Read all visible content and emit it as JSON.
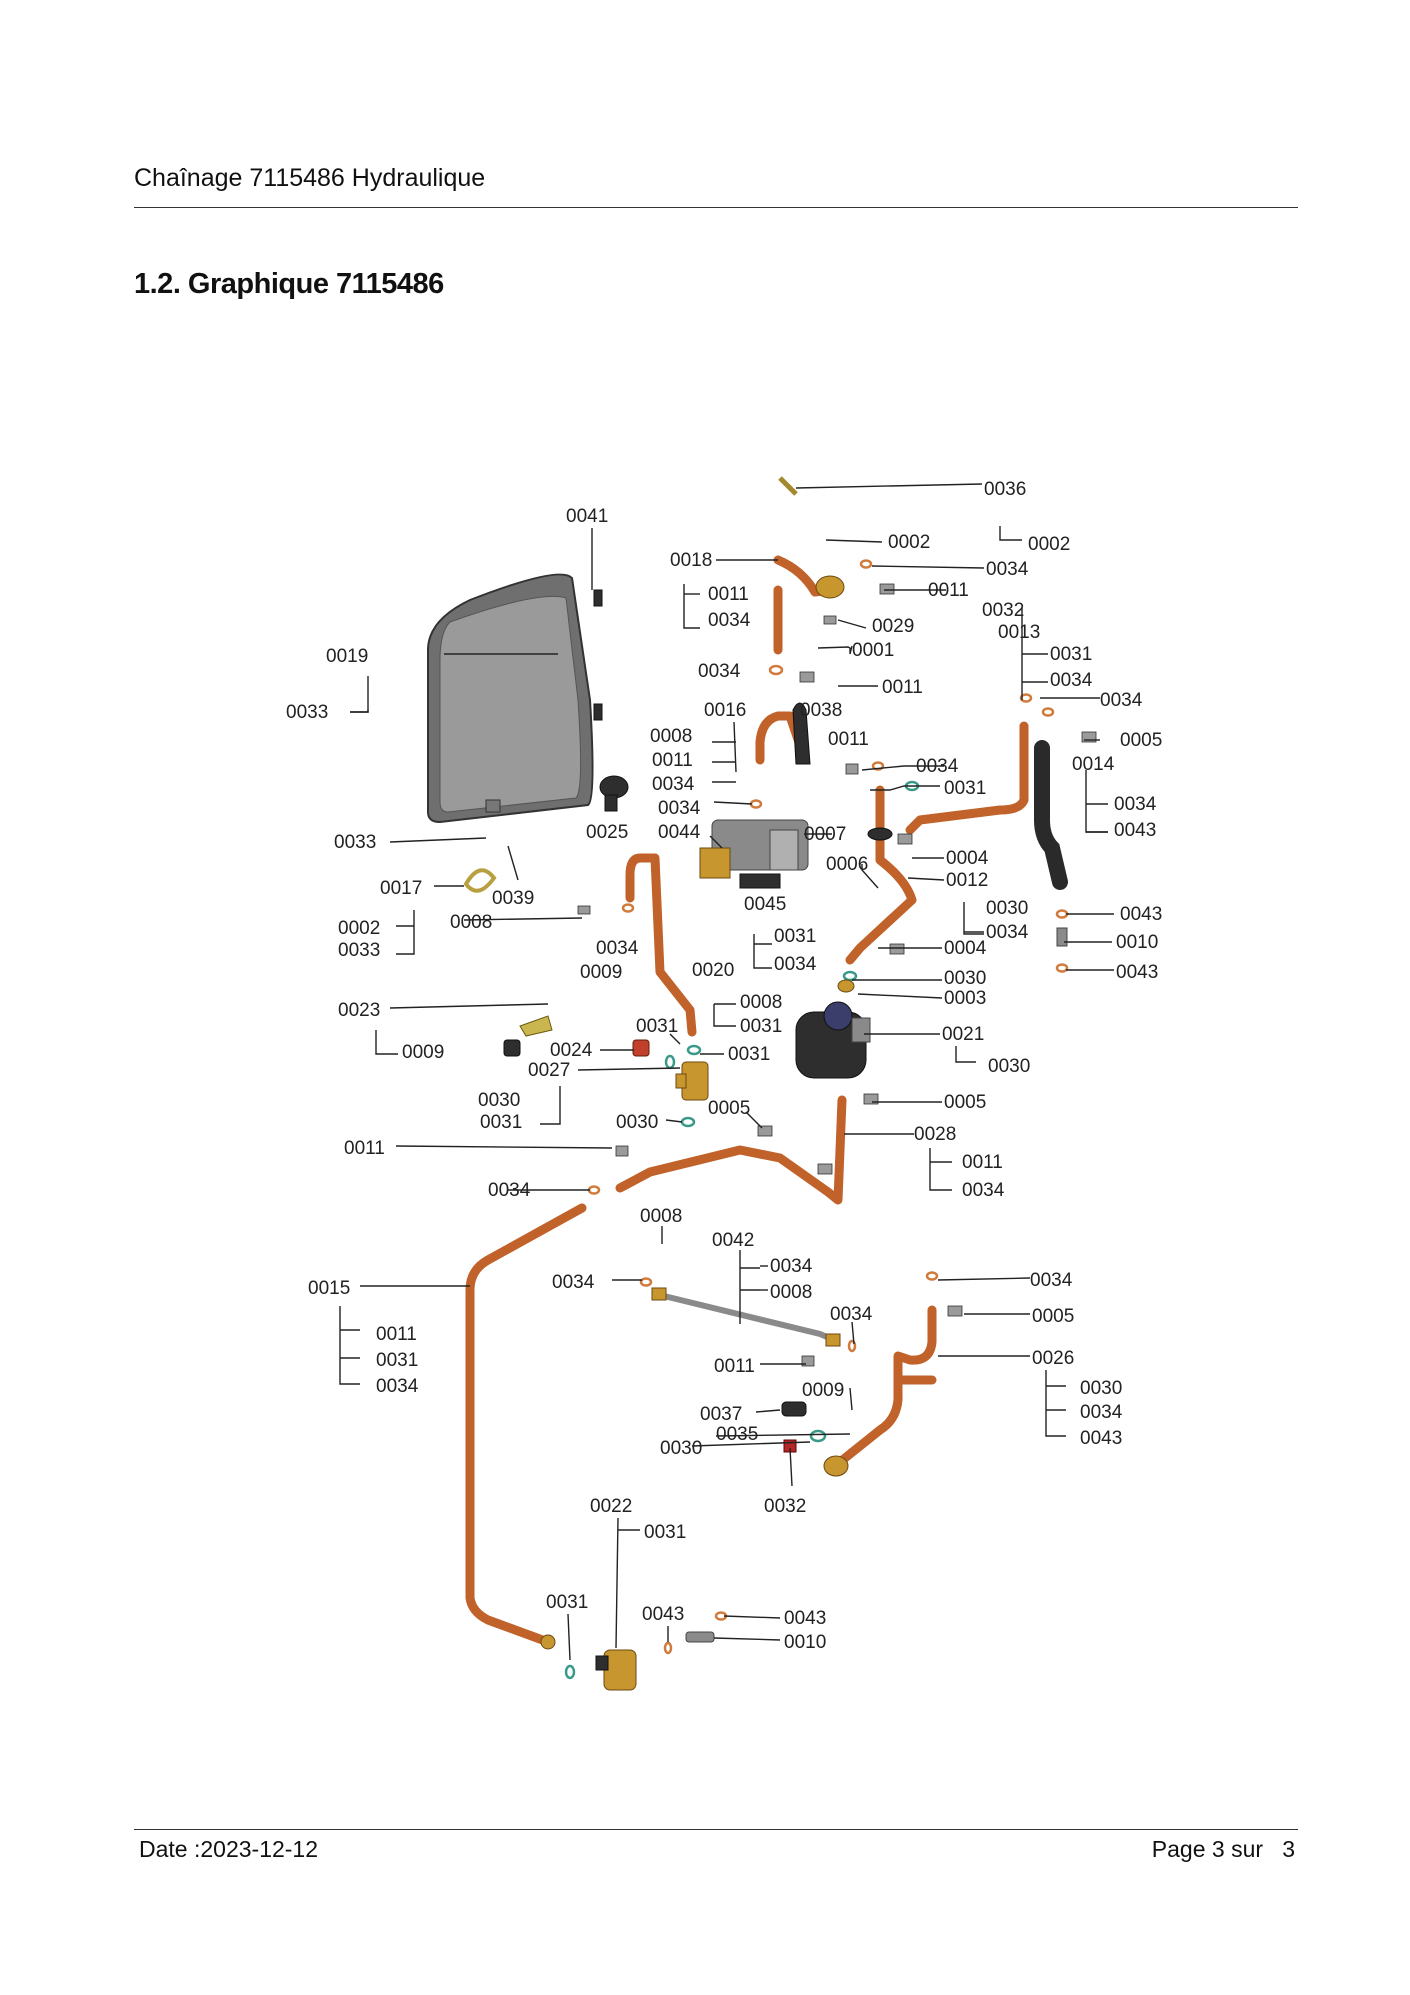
{
  "header": {
    "title": "Chaînage 7115486 Hydraulique"
  },
  "section": {
    "heading": "1.2. Graphique 7115486"
  },
  "footer": {
    "date": "Date :2023-12-12",
    "page": "Page 3 sur   3"
  },
  "diagram": {
    "callouts": [
      "0036",
      "0002",
      "0002",
      "0041",
      "0018",
      "0034",
      "0011",
      "0011",
      "0034",
      "0032",
      "0029",
      "0013",
      "0001",
      "0031",
      "0034",
      "0011",
      "0034",
      "0019",
      "0033",
      "0016",
      "0038",
      "0034",
      "0008",
      "0011",
      "0005",
      "0011",
      "0034",
      "0014",
      "0034",
      "0031",
      "0034",
      "0034",
      "0043",
      "0044",
      "0007",
      "0033",
      "0025",
      "0004",
      "0006",
      "0012",
      "0017",
      "0039",
      "0045",
      "0030",
      "0043",
      "0002",
      "0008",
      "0034",
      "0031",
      "0034",
      "0004",
      "0010",
      "0033",
      "0043",
      "0009",
      "0020",
      "0030",
      "0034",
      "0003",
      "0008",
      "0023",
      "0031",
      "0031",
      "0021",
      "0009",
      "0024",
      "0031",
      "0030",
      "0027",
      "0030",
      "0005",
      "0005",
      "0031",
      "0030",
      "0028",
      "0011",
      "0011",
      "0034",
      "0034",
      "0008",
      "0042",
      "0034",
      "0008",
      "0015",
      "0034",
      "0034",
      "0034",
      "0005",
      "0011",
      "0026",
      "0031",
      "0011",
      "0030",
      "0034",
      "0009",
      "0034",
      "0037",
      "0043",
      "0030",
      "0035",
      "0032",
      "0022",
      "0031",
      "0031",
      "0043",
      "0043",
      "0010"
    ]
  }
}
